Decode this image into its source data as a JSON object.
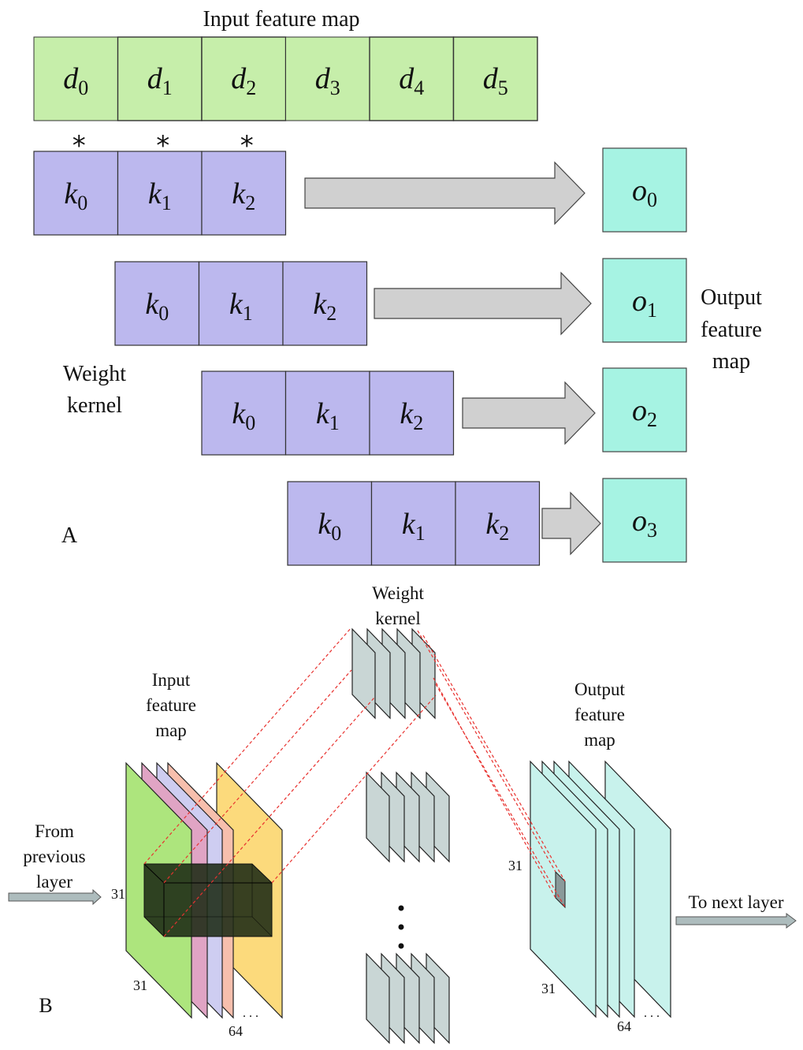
{
  "panel_a": {
    "panel_label": "A",
    "input_title": "Input feature map",
    "input_cells": [
      {
        "base": "d",
        "sub": "0"
      },
      {
        "base": "d",
        "sub": "1"
      },
      {
        "base": "d",
        "sub": "2"
      },
      {
        "base": "d",
        "sub": "3"
      },
      {
        "base": "d",
        "sub": "4"
      },
      {
        "base": "d",
        "sub": "5"
      }
    ],
    "conv_symbol": "*",
    "kernel_label_line1": "Weight",
    "kernel_label_line2": "kernel",
    "kernel_cells": [
      {
        "base": "k",
        "sub": "0"
      },
      {
        "base": "k",
        "sub": "1"
      },
      {
        "base": "k",
        "sub": "2"
      }
    ],
    "outputs": [
      {
        "base": "o",
        "sub": "0"
      },
      {
        "base": "o",
        "sub": "1"
      },
      {
        "base": "o",
        "sub": "2"
      },
      {
        "base": "o",
        "sub": "3"
      }
    ],
    "output_label_line1": "Output",
    "output_label_line2": "feature",
    "output_label_line3": "map",
    "colors": {
      "input": "#c6eeaa",
      "kernel": "#bcb8ee",
      "output": "#a6f3e3",
      "arrow": "#d0d0d0"
    }
  },
  "panel_b": {
    "panel_label": "B",
    "input_title_line1": "Input",
    "input_title_line2": "feature",
    "input_title_line3": "map",
    "weight_title_line1": "Weight",
    "weight_title_line2": "kernel",
    "output_title_line1": "Output",
    "output_title_line2": "feature",
    "output_title_line3": "map",
    "from_line1": "From",
    "from_line2": "previous",
    "from_line3": "layer",
    "to_label": "To next layer",
    "input_height": "31",
    "input_width": "31",
    "input_depth": "64",
    "output_height": "31",
    "output_width": "31",
    "output_depth": "64",
    "ellipsis": ". . .",
    "kernel_group_count_shown": 3,
    "colors": {
      "input_planes": [
        "#ade57d",
        "#e0a4c4",
        "#cecdf1",
        "#f7bfad",
        "#fcda7c"
      ],
      "kernel_plane": "#c9d6d5",
      "output_plane": "#c8f2ec",
      "guide_line": "#e8322f",
      "arrow": "#adbcbd"
    }
  }
}
